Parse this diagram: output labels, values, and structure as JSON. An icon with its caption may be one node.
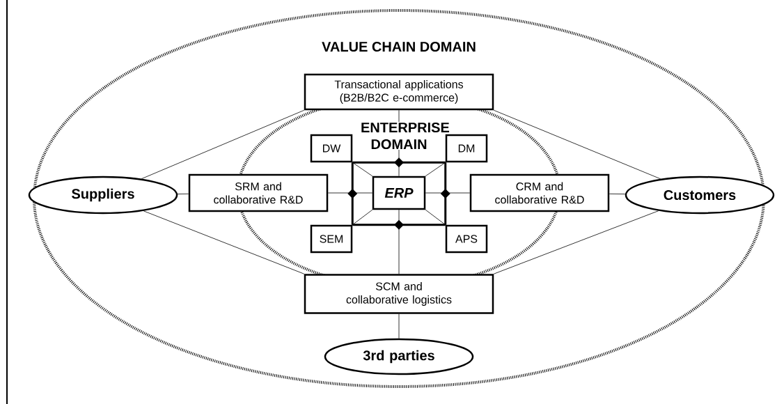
{
  "diagram": {
    "nodes": [
      {
        "text": [
          "VALUE CHAIN DOMAIN"
        ]
      },
      {
        "text": [
          "Transactional applications (B2B/B2C e-commerce)"
        ],
        "in": 0
      },
      {
        "text": [
          "ENTERPRISE DOMAIN"
        ],
        "in": 0
      },
      {
        "text": [
          "DW"
        ],
        "in": 2
      },
      {
        "text": [
          "DM"
        ],
        "in": 2
      },
      {
        "text": [
          "Suppliers"
        ],
        "in": 0
      },
      {
        "text": [
          "SRM and collaborative R&D"
        ],
        "in": 0
      },
      {
        "text": [
          "ERP"
        ],
        "in": 2
      },
      {
        "text": [
          "CRM and collaborative R&D"
        ],
        "in": 0
      },
      {
        "text": [
          "Customers"
        ],
        "in": 0
      },
      {
        "text": [
          "SEM"
        ],
        "in": 2
      },
      {
        "text": [
          "APS"
        ],
        "in": 2
      },
      {
        "text": [
          "SCM and collaborative logistics"
        ],
        "in": 0
      },
      {
        "text": [
          "3rd parties"
        ],
        "in": 0
      }
    ],
    "edges": [
      {
        "from": 5,
        "to": 1,
        "arrow": "none"
      },
      {
        "from": 5,
        "to": 6,
        "arrow": "none"
      },
      {
        "from": 5,
        "to": 12,
        "arrow": "none"
      },
      {
        "from": 9,
        "to": 1,
        "arrow": "none"
      },
      {
        "from": 9,
        "to": 8,
        "arrow": "none"
      },
      {
        "from": 9,
        "to": 12,
        "arrow": "none"
      },
      {
        "from": 1,
        "to": 7,
        "arrow": "none"
      },
      {
        "from": 6,
        "to": 7,
        "arrow": "none"
      },
      {
        "from": 8,
        "to": 7,
        "arrow": "none"
      },
      {
        "from": 12,
        "to": 7,
        "arrow": "none"
      },
      {
        "from": 3,
        "to": 7,
        "arrow": "none"
      },
      {
        "from": 4,
        "to": 7,
        "arrow": "none"
      },
      {
        "from": 10,
        "to": 7,
        "arrow": "none"
      },
      {
        "from": 11,
        "to": 7,
        "arrow": "none"
      },
      {
        "from": 3,
        "to": 4,
        "arrow": "none",
        "style": "thick"
      },
      {
        "from": 4,
        "to": 11,
        "arrow": "none",
        "style": "thick"
      },
      {
        "from": 11,
        "to": 10,
        "arrow": "none",
        "style": "thick"
      },
      {
        "from": 10,
        "to": 3,
        "arrow": "none",
        "style": "thick"
      },
      {
        "from": 12,
        "to": 13,
        "arrow": "none"
      }
    ]
  }
}
